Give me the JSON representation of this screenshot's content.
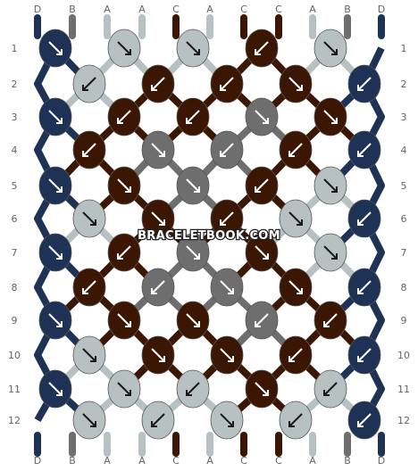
{
  "watermark": "BRACELETBOOK.COM",
  "colors": {
    "A": "#b7c1c1",
    "B": "#6e6e6e",
    "C": "#3b1703",
    "D": "#1e3256"
  },
  "strings_top": [
    "D",
    "B",
    "A",
    "A",
    "C",
    "A",
    "C",
    "C",
    "A",
    "B",
    "D"
  ],
  "strings_bottom": [
    "D",
    "B",
    "A",
    "A",
    "C",
    "A",
    "C",
    "C",
    "A",
    "B",
    "D"
  ],
  "rows": [
    {
      "label": "1",
      "knots": [
        {
          "color": "D",
          "dir": "right"
        },
        {
          "color": "A",
          "dir": "right"
        },
        {
          "color": "A",
          "dir": "right"
        },
        {
          "color": "C",
          "dir": "left"
        },
        {
          "color": "A",
          "dir": "right"
        }
      ]
    },
    {
      "label": "2",
      "knots": [
        {
          "color": "A",
          "dir": "left"
        },
        {
          "color": "C",
          "dir": "left"
        },
        {
          "color": "C",
          "dir": "left"
        },
        {
          "color": "C",
          "dir": "right"
        },
        {
          "color": "D",
          "dir": "left"
        }
      ]
    },
    {
      "label": "3",
      "knots": [
        {
          "color": "D",
          "dir": "right"
        },
        {
          "color": "C",
          "dir": "left"
        },
        {
          "color": "C",
          "dir": "left"
        },
        {
          "color": "B",
          "dir": "right"
        },
        {
          "color": "C",
          "dir": "right"
        }
      ]
    },
    {
      "label": "4",
      "knots": [
        {
          "color": "C",
          "dir": "left"
        },
        {
          "color": "B",
          "dir": "right"
        },
        {
          "color": "B",
          "dir": "left"
        },
        {
          "color": "C",
          "dir": "left"
        },
        {
          "color": "D",
          "dir": "left"
        }
      ]
    },
    {
      "label": "5",
      "knots": [
        {
          "color": "D",
          "dir": "right"
        },
        {
          "color": "C",
          "dir": "right"
        },
        {
          "color": "B",
          "dir": "right"
        },
        {
          "color": "C",
          "dir": "left"
        },
        {
          "color": "A",
          "dir": "right"
        }
      ]
    },
    {
      "label": "6",
      "knots": [
        {
          "color": "A",
          "dir": "right"
        },
        {
          "color": "C",
          "dir": "right"
        },
        {
          "color": "C",
          "dir": "left"
        },
        {
          "color": "A",
          "dir": "right"
        },
        {
          "color": "D",
          "dir": "left"
        }
      ]
    },
    {
      "label": "7",
      "knots": [
        {
          "color": "D",
          "dir": "right"
        },
        {
          "color": "C",
          "dir": "left"
        },
        {
          "color": "B",
          "dir": "right"
        },
        {
          "color": "C",
          "dir": "right"
        },
        {
          "color": "A",
          "dir": "right"
        }
      ]
    },
    {
      "label": "8",
      "knots": [
        {
          "color": "C",
          "dir": "left"
        },
        {
          "color": "B",
          "dir": "left"
        },
        {
          "color": "B",
          "dir": "right"
        },
        {
          "color": "C",
          "dir": "right"
        },
        {
          "color": "D",
          "dir": "left"
        }
      ]
    },
    {
      "label": "9",
      "knots": [
        {
          "color": "D",
          "dir": "right"
        },
        {
          "color": "C",
          "dir": "right"
        },
        {
          "color": "C",
          "dir": "right"
        },
        {
          "color": "B",
          "dir": "left"
        },
        {
          "color": "C",
          "dir": "left"
        }
      ]
    },
    {
      "label": "10",
      "knots": [
        {
          "color": "A",
          "dir": "right"
        },
        {
          "color": "C",
          "dir": "right"
        },
        {
          "color": "C",
          "dir": "right"
        },
        {
          "color": "C",
          "dir": "left"
        },
        {
          "color": "D",
          "dir": "left"
        }
      ]
    },
    {
      "label": "11",
      "knots": [
        {
          "color": "D",
          "dir": "right"
        },
        {
          "color": "A",
          "dir": "right"
        },
        {
          "color": "A",
          "dir": "left"
        },
        {
          "color": "C",
          "dir": "right"
        },
        {
          "color": "A",
          "dir": "left"
        }
      ]
    },
    {
      "label": "12",
      "knots": [
        {
          "color": "A",
          "dir": "left-right"
        },
        {
          "color": "A",
          "dir": "right-left"
        },
        {
          "color": "A",
          "dir": "left-right"
        },
        {
          "color": "A",
          "dir": "right-left"
        },
        {
          "color": "D",
          "dir": "left"
        }
      ]
    }
  ]
}
